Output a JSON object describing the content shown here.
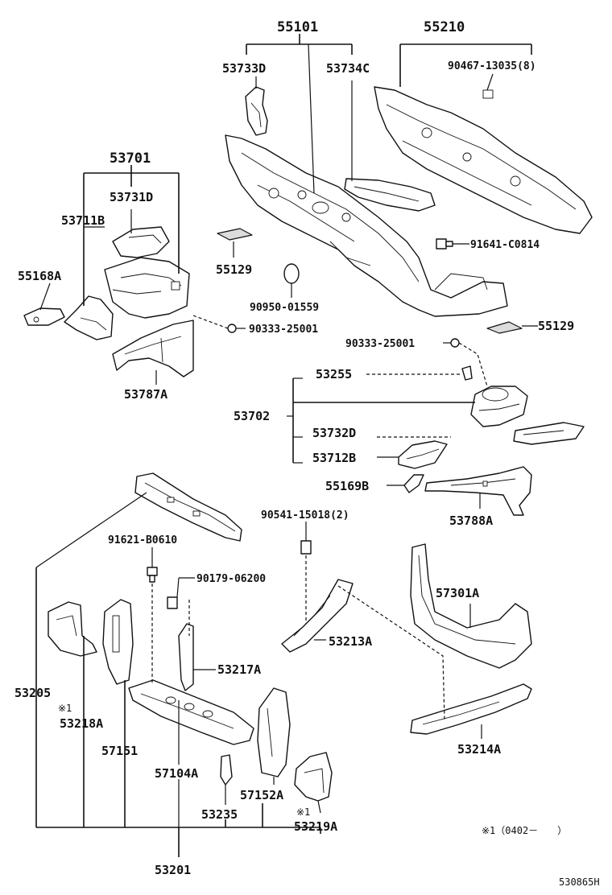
{
  "labels": {
    "p55101": "55101",
    "p55210": "55210",
    "p53733D": "53733D",
    "p53734C": "53734C",
    "p90467": "90467-13035(8)",
    "p53701": "53701",
    "p53731D": "53731D",
    "p53711B": "53711B",
    "p55168A": "55168A",
    "p55129a": "55129",
    "p91641": "91641-C0814",
    "p90950": "90950-01559",
    "p55129b": "55129",
    "p90333a": "90333-25001",
    "p90333b": "90333-25001",
    "p53787A": "53787A",
    "p53255": "53255",
    "p53702": "53702",
    "p53732D": "53732D",
    "p53712B": "53712B",
    "p55169B": "55169B",
    "p53788A": "53788A",
    "p90541": "90541-15018(2)",
    "p91621": "91621-B0610",
    "p90179": "90179-06200",
    "p57301A": "57301A",
    "p53213A": "53213A",
    "p53217A": "53217A",
    "p53205": "53205",
    "note1": "※1",
    "p53218A": "53218A",
    "p57151": "57151",
    "p57104A": "57104A",
    "p53214A": "53214A",
    "p57152A": "57152A",
    "p53235": "53235",
    "note2": "※1",
    "p53219A": "53219A",
    "p53201": "53201",
    "footnote": "※1（0402－　　）",
    "code": "530865H"
  }
}
